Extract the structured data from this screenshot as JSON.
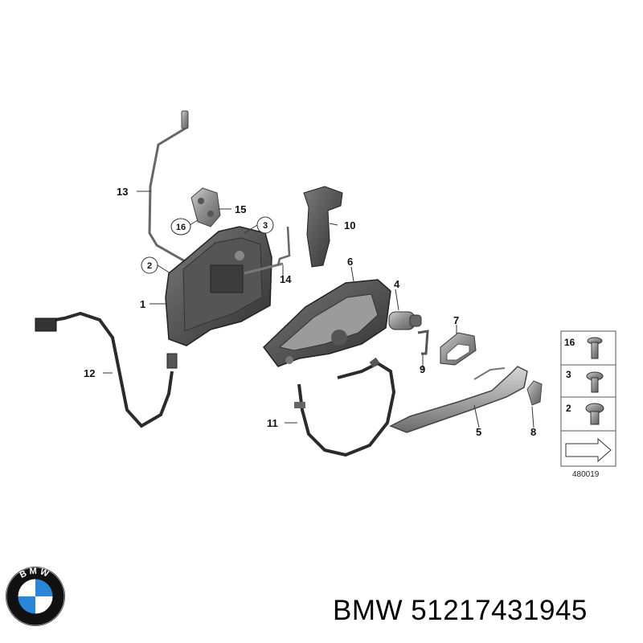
{
  "callouts": {
    "n1": "1",
    "n2": "2",
    "n3": "3",
    "n4": "4",
    "n5": "5",
    "n6": "6",
    "n7": "7",
    "n8": "8",
    "n9": "9",
    "n10": "10",
    "n11": "11",
    "n12": "12",
    "n13": "13",
    "n14": "14",
    "n15": "15",
    "n16": "16"
  },
  "legend": {
    "items": [
      "16",
      "3",
      "2"
    ],
    "ref_number": "480019"
  },
  "brand": {
    "logo_text": "BMW",
    "logo_colors": {
      "blue": "#2a86d8",
      "white": "#ffffff",
      "ring": "#111111"
    }
  },
  "caption": {
    "text": "BMW 51217431945"
  }
}
